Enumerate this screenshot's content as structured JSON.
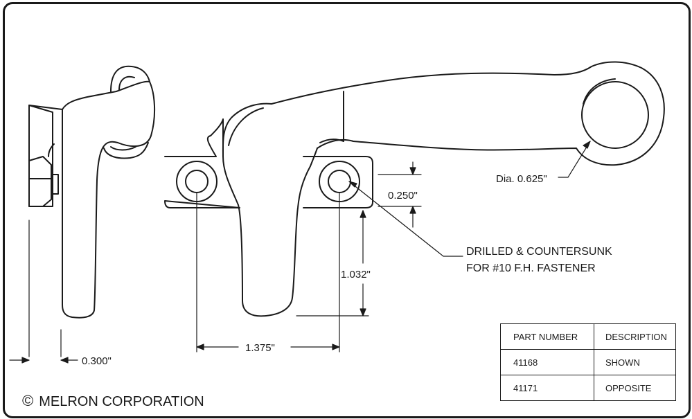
{
  "dimensions": {
    "dia": "Dia. 0.625\"",
    "d250": "0.250\"",
    "d1032": "1.032\"",
    "d1375": "1.375\"",
    "d300": "0.300\""
  },
  "note": {
    "line1": "DRILLED & COUNTERSUNK",
    "line2": "FOR #10 F.H. FASTENER"
  },
  "parts_table": {
    "headers": [
      "PART NUMBER",
      "DESCRIPTION"
    ],
    "rows": [
      [
        "41168",
        "SHOWN"
      ],
      [
        "41171",
        "OPPOSITE"
      ]
    ]
  },
  "footer": {
    "symbol": "©",
    "company": "MELRON CORPORATION"
  },
  "colors": {
    "line": "#1a1a1a",
    "background": "#ffffff"
  }
}
